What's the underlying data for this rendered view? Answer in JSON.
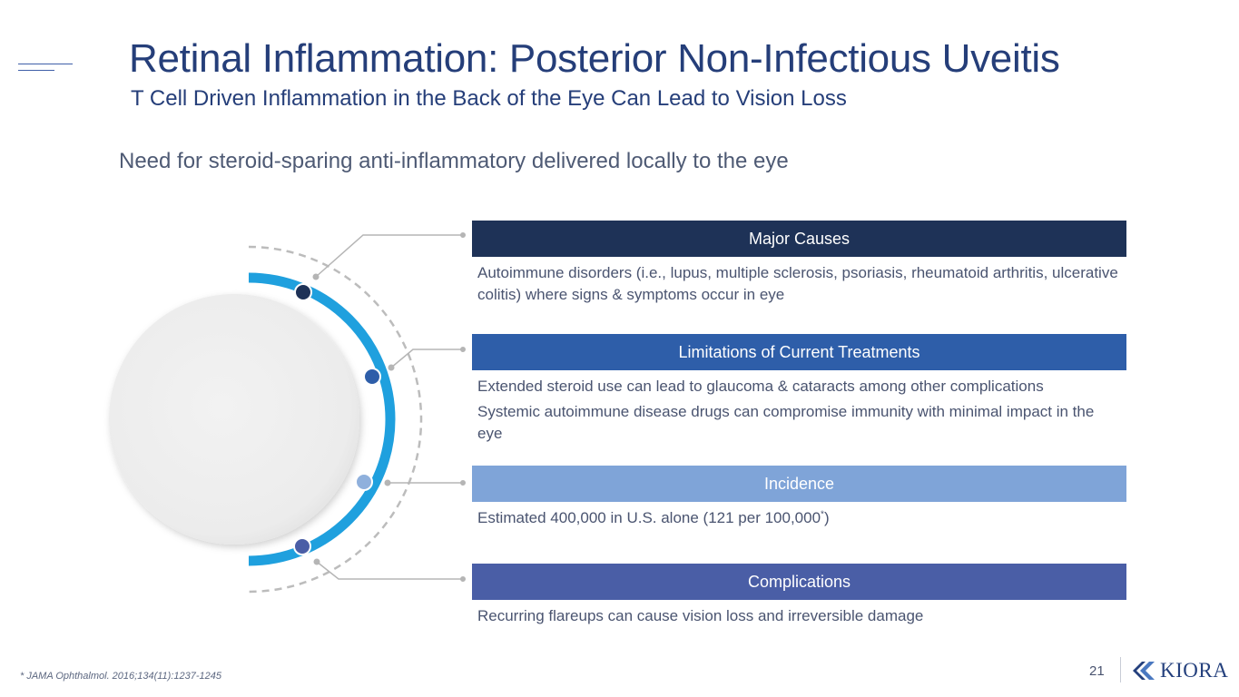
{
  "header": {
    "title": "Retinal Inflammation: Posterior Non-Infectious Uveitis",
    "subtitle": "T Cell Driven Inflammation in the Back of the Eye Can Lead to Vision Loss"
  },
  "lead_text": "Need for steroid-sparing anti-inflammatory delivered locally to the eye",
  "sections": [
    {
      "heading": "Major Causes",
      "color": "#1e3257",
      "body": [
        "Autoimmune disorders (i.e., lupus, multiple sclerosis, psoriasis, rheumatoid arthritis, ulcerative colitis) where signs & symptoms occur in eye"
      ]
    },
    {
      "heading": "Limitations of Current Treatments",
      "color": "#2e5ea9",
      "body": [
        "Extended steroid use can lead to glaucoma & cataracts among other complications",
        "Systemic autoimmune disease drugs can compromise immunity with minimal impact in the eye"
      ]
    },
    {
      "heading": "Incidence",
      "color": "#7fa4d8",
      "body_prefix": "Estimated 400,000 in U.S. alone (121 per 100,000",
      "body_sup": "*",
      "body_suffix": ")"
    },
    {
      "heading": "Complications",
      "color": "#4a5ea6",
      "body": [
        "Recurring flareups can cause vision loss and irreversible damage"
      ]
    }
  ],
  "colors": {
    "arc": "#1fa0de",
    "dot_1": "#1e3257",
    "dot_2": "#2e5ea9",
    "dot_3": "#8fb0dc",
    "dot_4": "#4a5ea6",
    "connector": "#b5b5b5"
  },
  "footer": {
    "footnote": "* JAMA Ophthalmol. 2016;134(11):1237-1245",
    "page_number": "21",
    "logo_text": "KIORA"
  }
}
